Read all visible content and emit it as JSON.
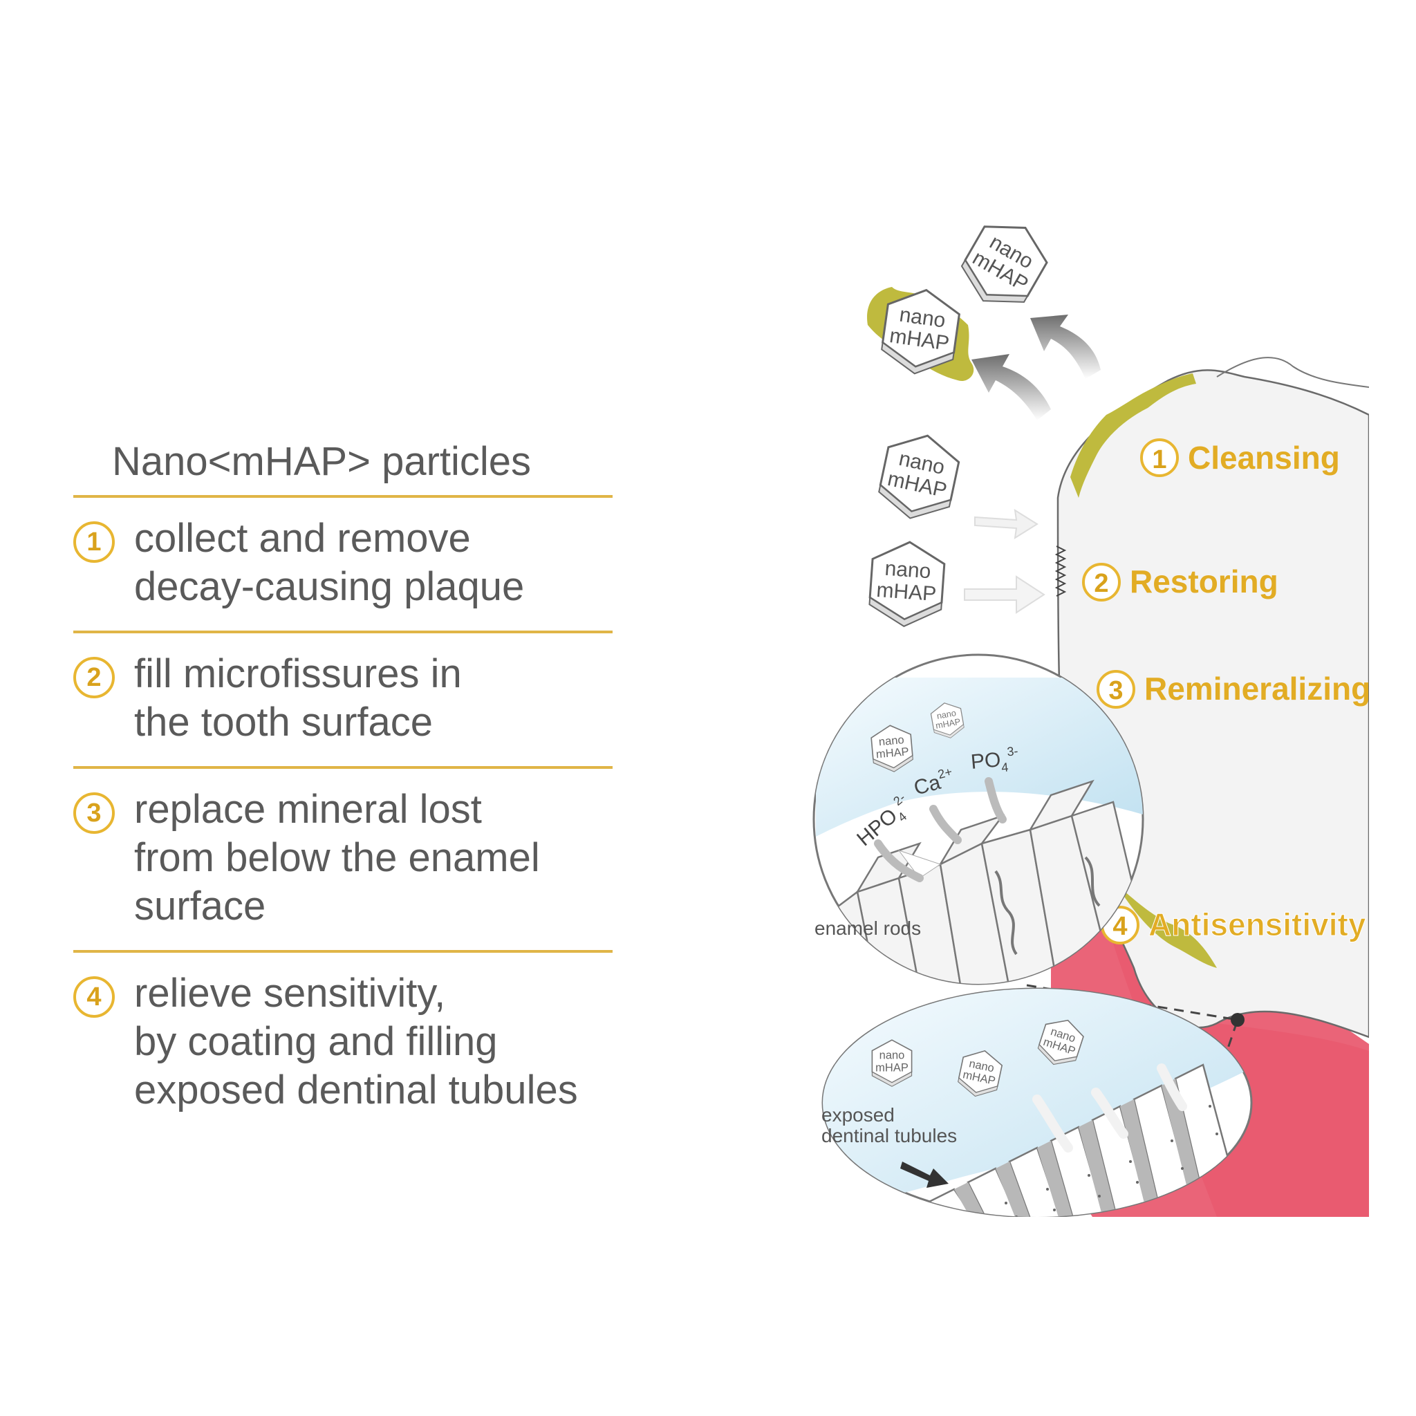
{
  "left_panel": {
    "heading": "Nano<mHAP> particles",
    "items": [
      {
        "number": "1",
        "lines": [
          "collect and remove",
          "decay-causing plaque"
        ]
      },
      {
        "number": "2",
        "lines": [
          "fill microfissures in",
          "the tooth surface"
        ]
      },
      {
        "number": "3",
        "lines": [
          "replace mineral lost",
          "from below the enamel",
          "surface"
        ]
      },
      {
        "number": "4",
        "lines": [
          "relieve sensitivity,",
          "by coating and filling",
          "exposed dentinal tubules"
        ]
      }
    ]
  },
  "diagram": {
    "particle_label_line1": "nano",
    "particle_label_line2": "mHAP",
    "steps": [
      {
        "number": "1",
        "label": "Cleansing"
      },
      {
        "number": "2",
        "label": "Restoring"
      },
      {
        "number": "3",
        "label": "Remineralizing"
      },
      {
        "number": "4",
        "label": "Antisensitivity"
      }
    ],
    "enamel_inset": {
      "ion_hpo4": "HPO",
      "ion_hpo4_sub": "4",
      "ion_hpo4_sup": "2-",
      "ion_ca": "Ca",
      "ion_ca_sup": "2+",
      "ion_po4": "PO",
      "ion_po4_sub": "4",
      "ion_po4_sup": "3-",
      "caption": "enamel rods"
    },
    "dentin_inset": {
      "caption_line1": "exposed",
      "caption_line2": "dentinal tubules"
    }
  },
  "colors": {
    "gold": "#e0b547",
    "text_gray": "#5a5a5a",
    "gum": "#ea6478",
    "plaque": "#bfba3e",
    "tooth": "#f4f4f4",
    "inset_blue": "#d8edf6"
  }
}
